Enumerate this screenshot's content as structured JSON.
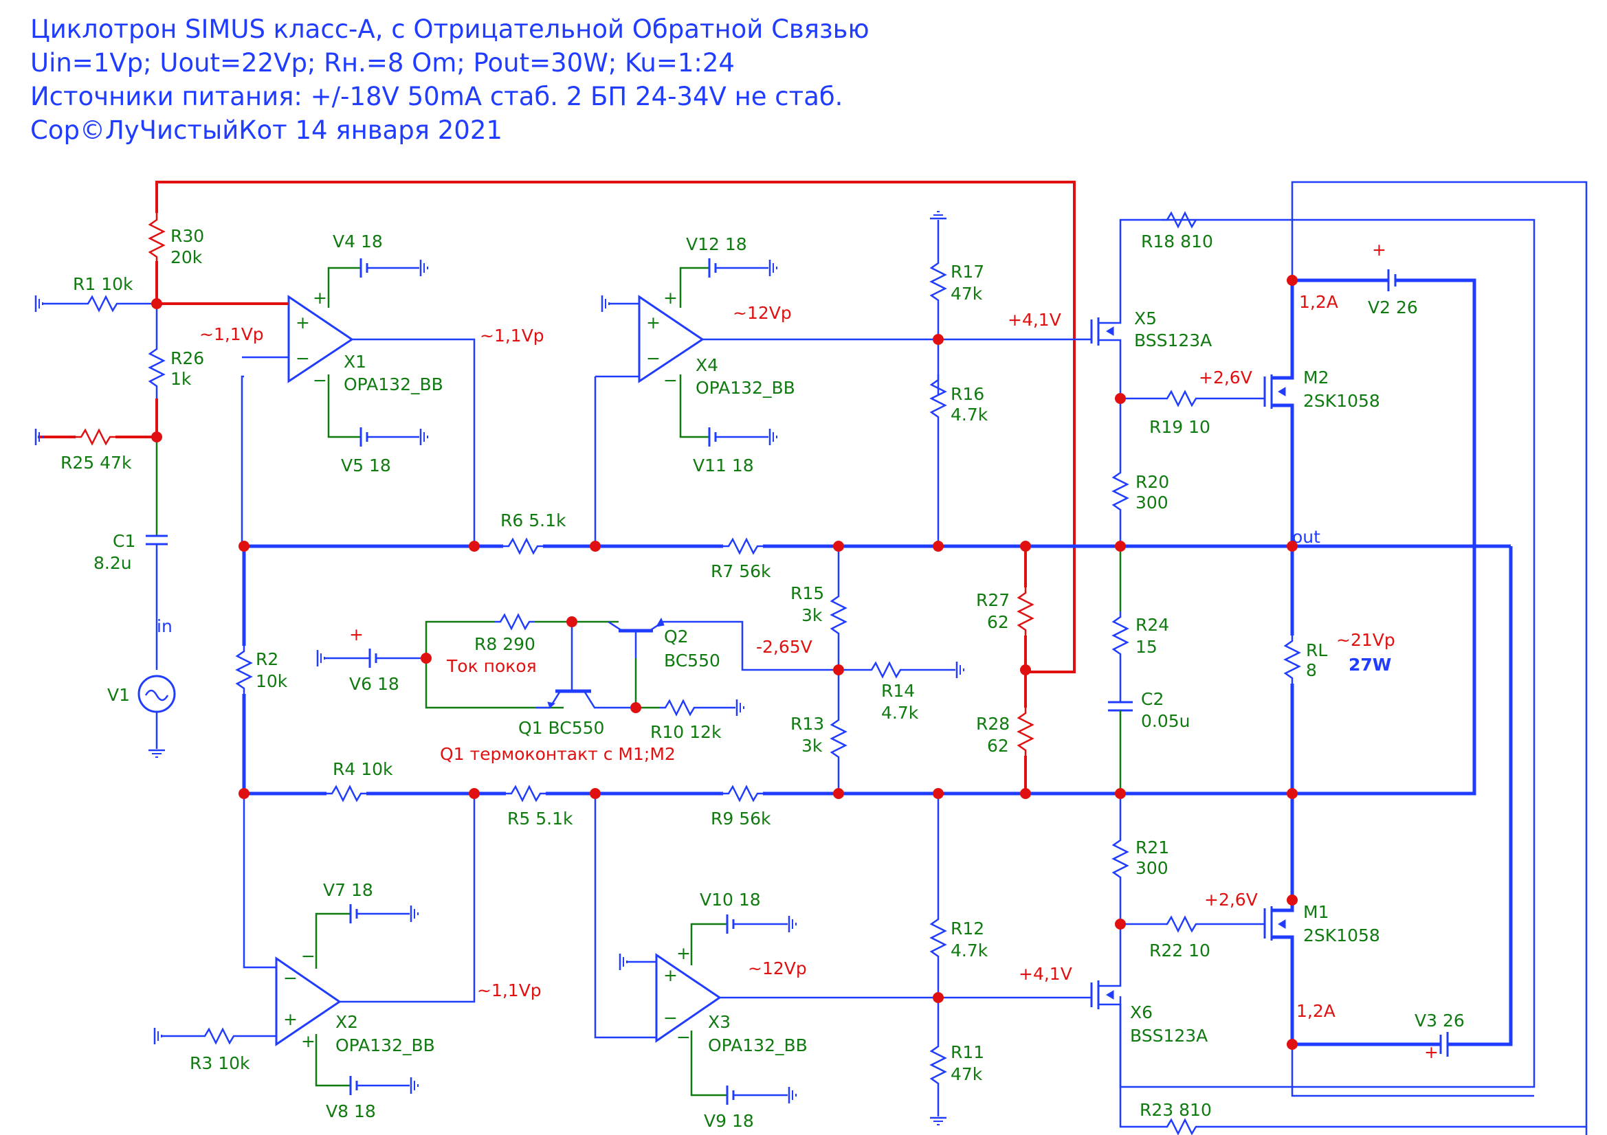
{
  "header": {
    "line1": "Циклотрон SIMUS класс-А, с Отрицательной Обратной Связью",
    "line2": "Uin=1Vp; Uout=22Vp; Rн.=8 Om; Pout=30W; Ku=1:24",
    "line3": "Источники питания: +/-18V 50mA стаб. 2 БП 24-34V не стаб.",
    "line4": "Cop©ЛуЧистыйКот 14 января 2021"
  },
  "components": {
    "R1": "R1 10k",
    "R30": "R30",
    "R30v": "20k",
    "R26": "R26",
    "R26v": "1k",
    "R25": "R25 47k",
    "C1": "C1",
    "C1v": "8.2u",
    "V1": "V1",
    "in": "in",
    "R2": "R2",
    "R2v": "10k",
    "V4": "V4  18",
    "V5": "V5  18",
    "X1": "X1",
    "X1m": "OPA132_BB",
    "V12": "V12  18",
    "V11": "V11  18",
    "X4": "X4",
    "X4m": "OPA132_BB",
    "R6": "R6  5.1k",
    "R7": "R7  56k",
    "R17": "R17",
    "R17v": "47k",
    "R16": "R16",
    "R16v": "4.7k",
    "R8": "R8  290",
    "V6": "V6  18",
    "Q2": "Q2",
    "Q2m": "BC550",
    "Q1": "Q1  BC550",
    "R10": "R10  12k",
    "R15": "R15",
    "R15v": "3k",
    "R14": "R14",
    "R14v": "4.7k",
    "R13": "R13",
    "R13v": "3k",
    "R27": "R27",
    "R27v": "62",
    "R28": "R28",
    "R28v": "62",
    "R18": "R18  810",
    "X5": "X5",
    "X5m": "BSS123A",
    "R19": "R19  10",
    "R20": "R20",
    "R20v": "300",
    "R24": "R24",
    "R24v": "15",
    "C2": "C2",
    "C2v": "0.05u",
    "M2": "M2",
    "M2m": "2SK1058",
    "V2": "V2  26",
    "RL": "RL",
    "RLv": "8",
    "out": "out",
    "R4": "R4  10k",
    "R5": "R5  5.1k",
    "R9": "R9   56k",
    "V7": "V7  18",
    "V8": "V8  18",
    "X2": "X2",
    "X2m": "OPA132_BB",
    "R3": "R3 10k",
    "V10": "V10  18",
    "V9": "V9  18",
    "X3": "X3",
    "X3m": "OPA132_BB",
    "R12": "R12",
    "R12v": "4.7k",
    "R11": "R11",
    "R11v": "47k",
    "R21": "R21",
    "R21v": "300",
    "R22": "R22  10",
    "X6": "X6",
    "X6m": "BSS123A",
    "R23": "R23  810",
    "M1": "M1",
    "M1m": "2SK1058",
    "V3": "V3  26"
  },
  "notes": {
    "in_amp": "~1,1Vp",
    "x1_out": "~1,1Vp",
    "x4_out": "~12Vp",
    "x5_gate": "+4,1V",
    "m2_gate": "+2,6V",
    "i_top": "1,2A",
    "bias_v": "-2,65V",
    "tok": "Ток покоя",
    "q1_note": "Q1 термоконтакт с M1;M2",
    "out_v": "~21Vp",
    "out_p": "27W",
    "x2_out": "~1,1Vp",
    "x3_out": "~12Vp",
    "x6_gate": "+4,1V",
    "m1_gate": "+2,6V",
    "i_bot": "1,2A",
    "plus": "+",
    "opplus": "+",
    "opminus": "−"
  },
  "colors": {
    "wire": "#1f3cff",
    "label": "#0f7a0f",
    "annotation": "#e01010",
    "junction": "#e01010"
  },
  "icons": [
    "resistor-icon",
    "capacitor-icon",
    "battery-icon",
    "ground-icon",
    "sine-source-icon",
    "opamp-icon",
    "npn-transistor-icon",
    "mosfet-icon"
  ]
}
